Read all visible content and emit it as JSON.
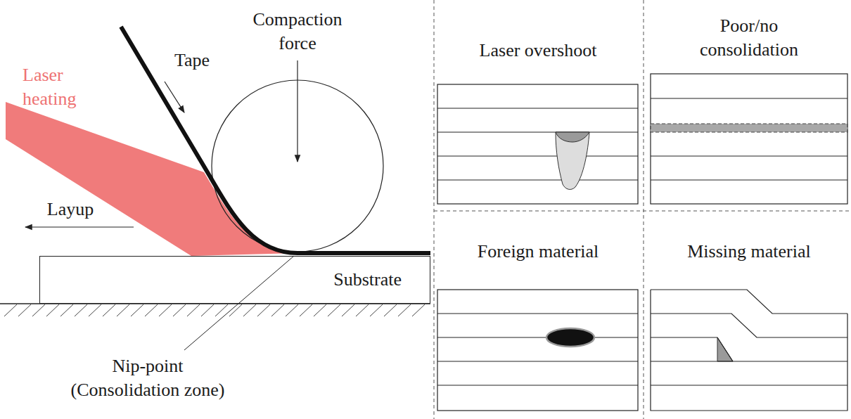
{
  "diagram": {
    "nodes": [
      {
        "text": [
          "Substrate"
        ]
      }
    ],
    "labels": [
      "Laser heating",
      "Tape",
      "Compaction force",
      "Layup",
      "Nip-point (Consolidation zone)",
      "Laser overshoot",
      "Poor/no consolidation",
      "Foreign material",
      "Missing material"
    ]
  }
}
